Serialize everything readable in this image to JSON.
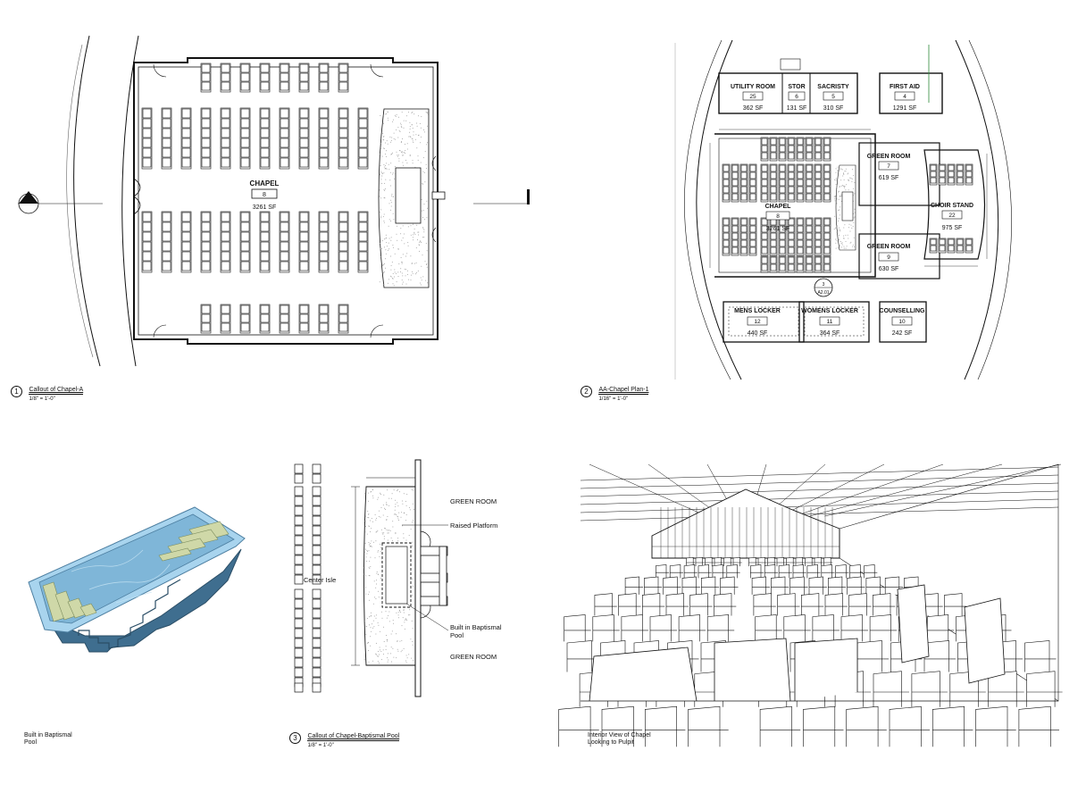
{
  "callout_a": {
    "room_name": "CHAPEL",
    "room_number": "8",
    "room_area": "3261 SF",
    "caption_number": "1",
    "caption_title": "Callout of Chapel-A",
    "caption_scale": "1/8\" = 1'-0\""
  },
  "plan": {
    "rooms": [
      {
        "name": "UTILITY ROOM",
        "number": "25",
        "area": "362 SF"
      },
      {
        "name": "STOR",
        "number": "6",
        "area": "131 SF"
      },
      {
        "name": "SACRISTY",
        "number": "5",
        "area": "310 SF"
      },
      {
        "name": "FIRST AID",
        "number": "4",
        "area": "1291 SF"
      },
      {
        "name": "GREEN ROOM",
        "number": "7",
        "area": "619 SF"
      },
      {
        "name": "CHAPEL",
        "number": "8",
        "area": "3261 SF"
      },
      {
        "name": "CHOIR STAND",
        "number": "22",
        "area": "975 SF"
      },
      {
        "name": "GREEN ROOM",
        "number": "9",
        "area": "630 SF"
      },
      {
        "name": "MENS LOCKER",
        "number": "12",
        "area": "440 SF"
      },
      {
        "name": "WOMENS LOCKER",
        "number": "11",
        "area": "364 SF"
      },
      {
        "name": "COUNSELLING",
        "number": "10",
        "area": "242 SF"
      }
    ],
    "section_tag_top": "3",
    "section_tag_bottom": "A2.01",
    "caption_number": "2",
    "caption_title": "AA-Chapel Plan-1",
    "caption_scale": "1/16\" = 1'-0\""
  },
  "pool_render": {
    "caption_line1": "Built in Baptismal",
    "caption_line2": "Pool"
  },
  "baptismal_callout": {
    "labels": {
      "green_room_top": "GREEN ROOM",
      "raised_platform": "Raised Platform",
      "center_isle": "Center Isle",
      "built_in_pool_1": "Built in Baptismal",
      "built_in_pool_2": "Pool",
      "green_room_bottom": "GREEN ROOM"
    },
    "caption_number": "3",
    "caption_title": "Callout of Chapel-Baptismal Pool",
    "caption_scale": "1/8\" = 1'-0\""
  },
  "interior_view": {
    "caption_line1": "Interior View of Chapel",
    "caption_line2": "Looking to Pulpit"
  },
  "colors": {
    "line": "#111111",
    "pool_water": "#7fb6d8",
    "pool_rim": "#a8d4ee",
    "pool_side": "#3f6e8f",
    "speckle": "#999999",
    "green_line": "#2e8b3a"
  }
}
